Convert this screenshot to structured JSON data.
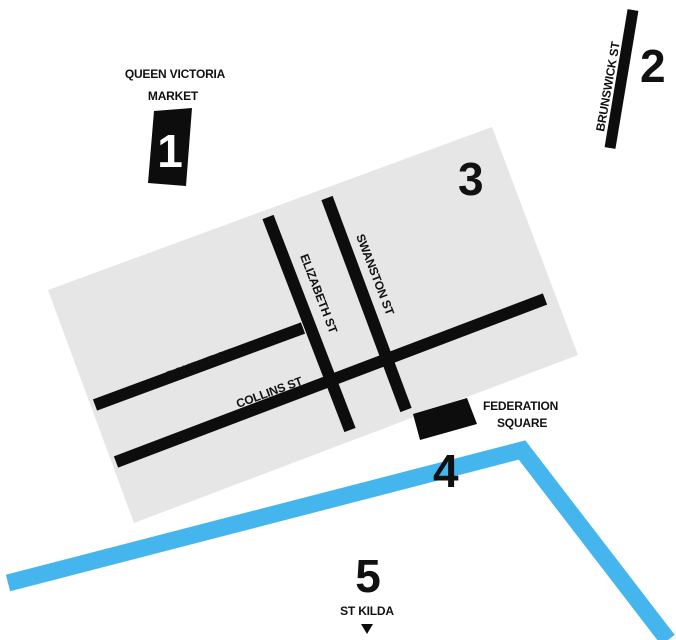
{
  "colors": {
    "background": "#ffffff",
    "district": "#e6e6e6",
    "street": "#0d0d0d",
    "river": "#45b5ee",
    "label": "#111111"
  },
  "icons": {
    "market_marker": "black-rectangle-block",
    "federation_marker": "black-parallelogram-block",
    "st_kilda_pointer": "down-triangle-icon"
  },
  "locations": {
    "l1": {
      "number": "1",
      "label_line1": "QUEEN VICTORIA",
      "label_line2": "MARKET"
    },
    "l2": {
      "number": "2",
      "label": "BRUNSWICK ST"
    },
    "l3": {
      "number": "3"
    },
    "l4": {
      "number": "4",
      "label_line1": "FEDERATION",
      "label_line2": "SQUARE"
    },
    "l5": {
      "number": "5",
      "label": "ST KILDA"
    }
  },
  "streets": {
    "bourke": "BOURKE ST",
    "collins": "COLLINS ST",
    "elizabeth": "ELIZABETH ST",
    "swanston": "SWANSTON ST"
  }
}
